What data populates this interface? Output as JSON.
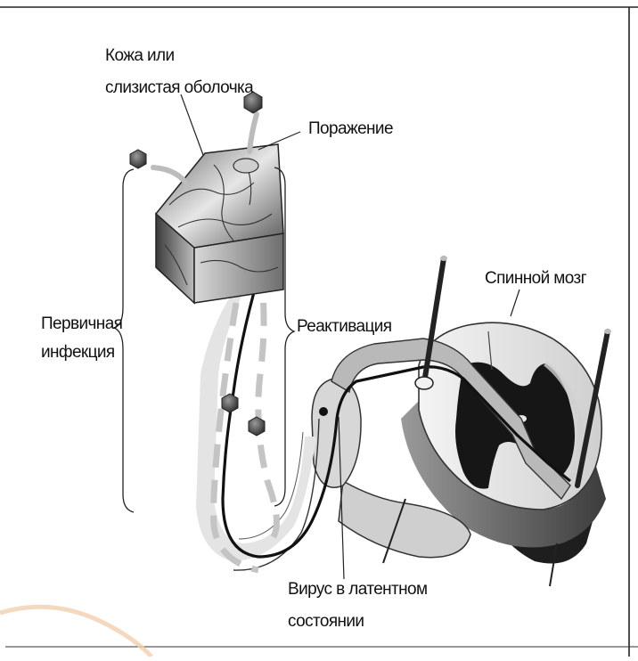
{
  "labels": {
    "skin_line1": "Кожа или",
    "skin_line2": "слизистая оболочка",
    "lesion": "Поражение",
    "spinal_cord": "Спинной мозг",
    "primary_line1": "Первичная",
    "primary_line2": "инфекция",
    "reactivation": "Реактивация",
    "latent_line1": "Вирус в латентном",
    "latent_line2": "состоянии"
  }
}
